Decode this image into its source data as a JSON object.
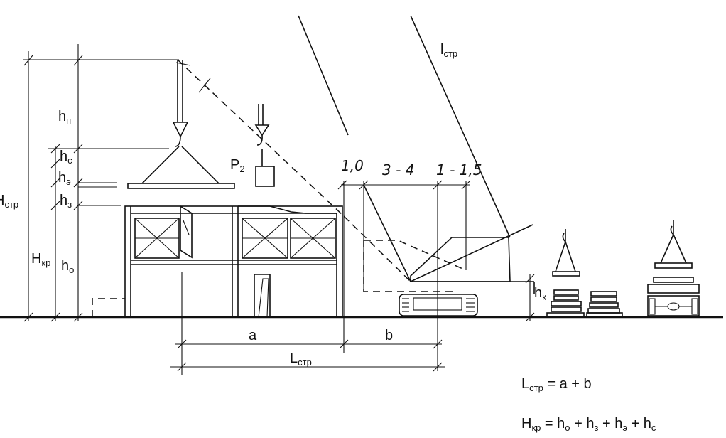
{
  "labels": {
    "l_str": {
      "main": "l",
      "sub": "стр"
    },
    "h_str": {
      "main": "H",
      "sub": "стр"
    },
    "h_kr": {
      "main": "H",
      "sub": "кр"
    },
    "h_o": {
      "main": "h",
      "sub": "о"
    },
    "h_p": {
      "main": "h",
      "sub": "п"
    },
    "h_c": {
      "main": "h",
      "sub": "с"
    },
    "h_e": {
      "main": "h",
      "sub": "э"
    },
    "h_z": {
      "main": "h",
      "sub": "з"
    },
    "h_k": {
      "main": "h",
      "sub": "к"
    },
    "p2": {
      "main": "P",
      "sub": "2"
    },
    "a": "a",
    "b": "b",
    "L_str": {
      "main": "L",
      "sub": "стр"
    }
  },
  "clearances": [
    "1,0",
    "3 - 4",
    "1 - 1,5"
  ],
  "formulas": {
    "lstr": {
      "lhs_main": "L",
      "lhs_sub": "стр",
      "rhs": " = a + b"
    },
    "hkr": {
      "lhs_main": "H",
      "lhs_sub": "кр",
      "eq": " = ",
      "terms": [
        {
          "main": "h",
          "sub": "о"
        },
        {
          "main": "h",
          "sub": "з"
        },
        {
          "main": "h",
          "sub": "э"
        },
        {
          "main": "h",
          "sub": "с"
        }
      ],
      "plus": " + "
    }
  }
}
